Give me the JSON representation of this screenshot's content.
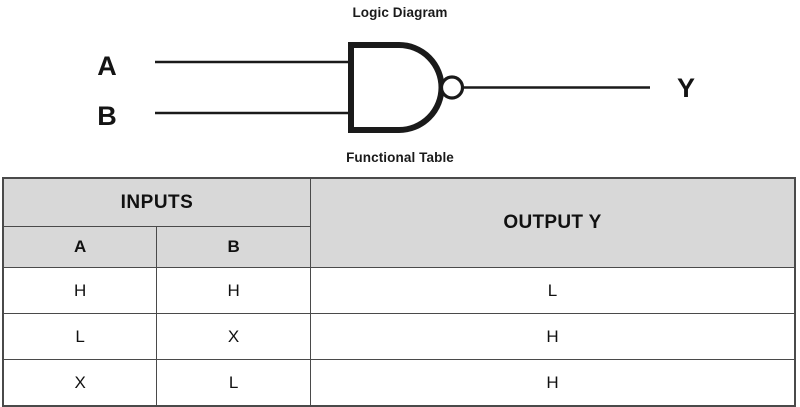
{
  "diagram": {
    "title": "Logic Diagram",
    "gate_type": "NAND",
    "inputs": [
      {
        "label": "A"
      },
      {
        "label": "B"
      }
    ],
    "output": {
      "label": "Y"
    },
    "colors": {
      "line": "#1a1a1a",
      "gate_stroke": "#1a1a1a",
      "background": "#ffffff"
    }
  },
  "table": {
    "title": "Functional Table",
    "header_group_inputs": "INPUTS",
    "header_output": "OUTPUT Y",
    "subheaders": [
      "A",
      "B"
    ],
    "columns": [
      "A",
      "B",
      "OUTPUT Y"
    ],
    "rows": [
      {
        "a": "H",
        "b": "H",
        "y": "L"
      },
      {
        "a": "L",
        "b": "X",
        "y": "H"
      },
      {
        "a": "X",
        "b": "L",
        "y": "H"
      }
    ],
    "colors": {
      "header_background": "#d8d8d8",
      "border": "#4a4a4a",
      "cell_background": "#ffffff",
      "text": "#111111"
    }
  }
}
